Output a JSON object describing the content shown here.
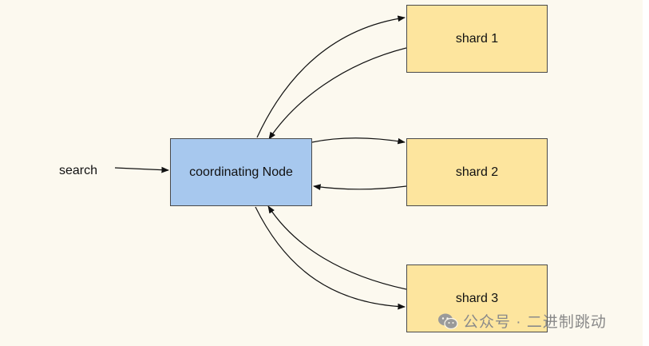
{
  "search_label": "search",
  "coordinating_node": "coordinating Node",
  "shards": [
    "shard 1",
    "shard 2",
    "shard 3"
  ],
  "watermark": "公众号 · 二进制跳动",
  "colors": {
    "background": "#fcf9ef",
    "node_fill": "#a7c8ee",
    "shard_fill": "#fde59e",
    "edge": "#111111"
  }
}
